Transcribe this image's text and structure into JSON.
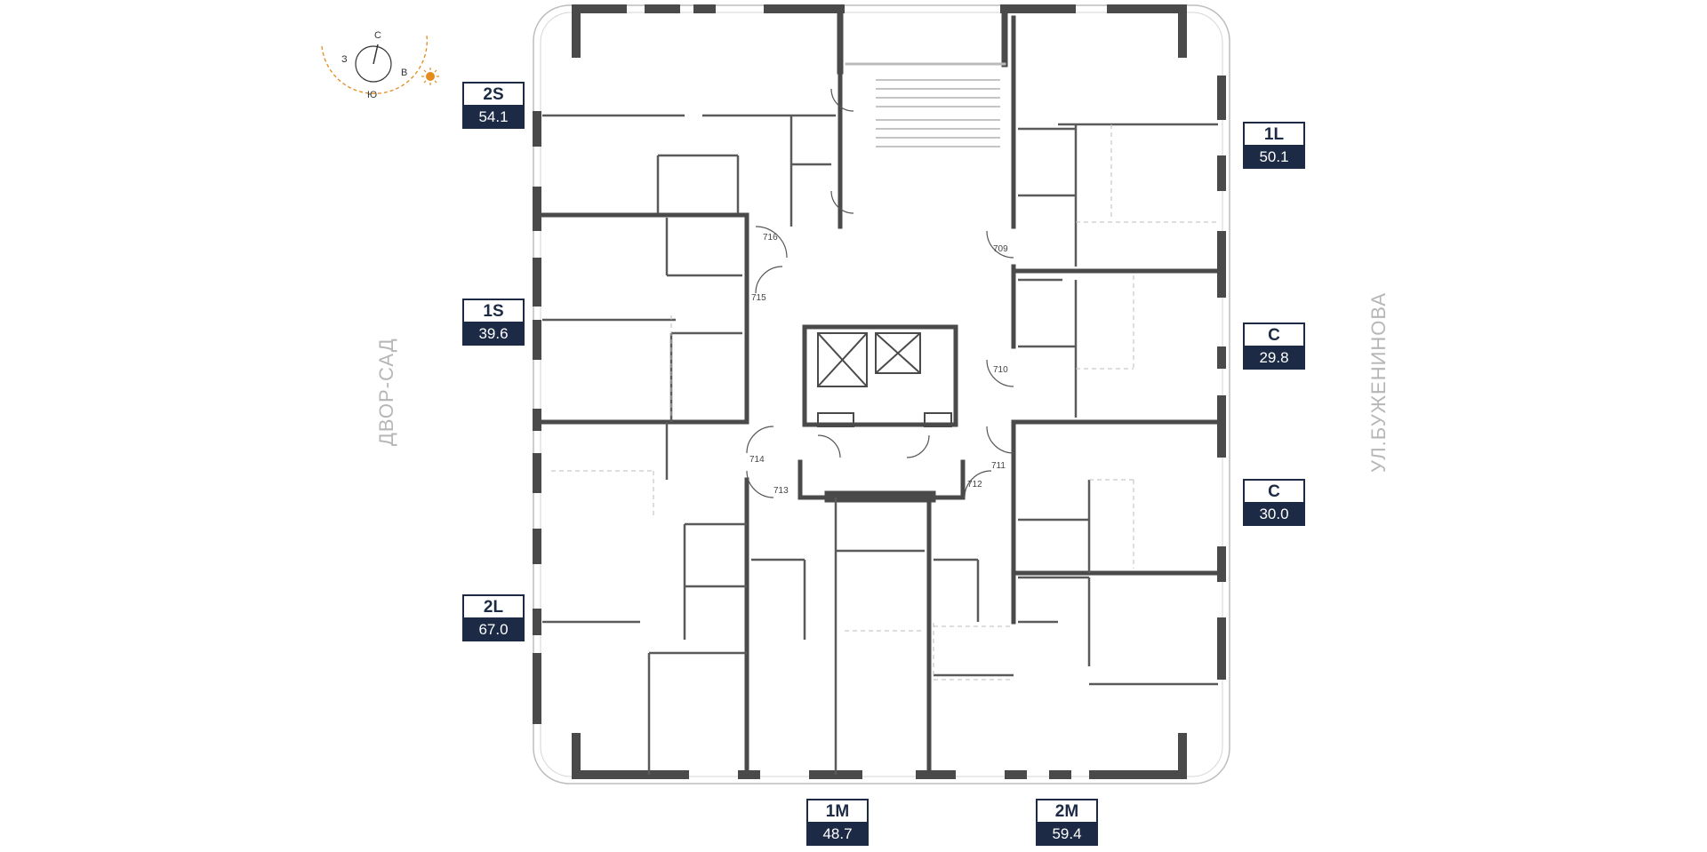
{
  "compass": {
    "n": "С",
    "s": "Ю",
    "w": "З",
    "e": "В"
  },
  "streets": {
    "left": "ДВОР-САД",
    "right": "УЛ.БУЖЕНИНОВА"
  },
  "units": [
    {
      "id": "u2s",
      "type": "2S",
      "area": "54.1"
    },
    {
      "id": "u1s",
      "type": "1S",
      "area": "39.6"
    },
    {
      "id": "u2l",
      "type": "2L",
      "area": "67.0"
    },
    {
      "id": "u1l",
      "type": "1L",
      "area": "50.1"
    },
    {
      "id": "uc1",
      "type": "C",
      "area": "29.8"
    },
    {
      "id": "uc2",
      "type": "C",
      "area": "30.0"
    },
    {
      "id": "u1m",
      "type": "1M",
      "area": "48.7"
    },
    {
      "id": "u2m",
      "type": "2M",
      "area": "59.4"
    }
  ],
  "doors": [
    "716",
    "715",
    "714",
    "713",
    "712",
    "711",
    "710",
    "709"
  ],
  "colors": {
    "wall": "#4a4a4a",
    "label_bg": "#1c2a45",
    "sun": "#e38b1c",
    "street_text": "#b6b6b6"
  }
}
